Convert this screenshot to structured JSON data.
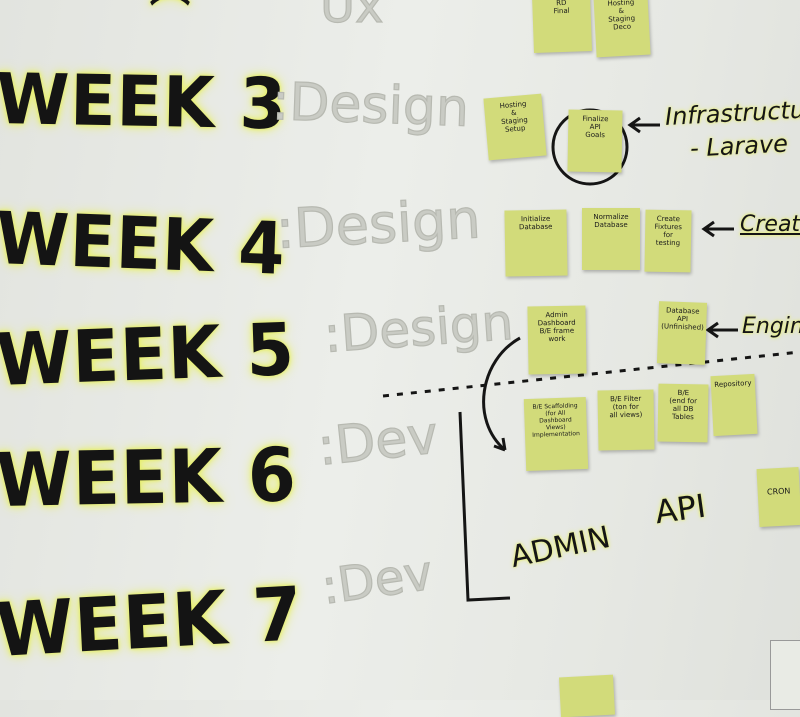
{
  "weeks": [
    {
      "label": "WEEK 3",
      "phase": ":Design"
    },
    {
      "label": "WEEK 4",
      "phase": ":Design"
    },
    {
      "label": "WEEK 5",
      "phase": ":Design"
    },
    {
      "label": "WEEK 6",
      "phase": ":Dev"
    },
    {
      "label": "WEEK 7",
      "phase": ":Dev"
    }
  ],
  "top_partial": "Ux",
  "notes": [
    "RD\nFinal",
    "Hosting\n&\nStaging\nDeco",
    "Hosting\n&\nStaging\nSetup",
    "Finalize\nAPI\nGoals",
    "Initialize\nDatabase",
    "Normalize\nDatabase",
    "Create\nFixtures\nfor\ntesting",
    "Admin\nDashboard\nB/E frame\nwork",
    "Database\nAPI\n(Unfinished)",
    "B/E Scaffolding\n(for All\nDashboard\nViews)\nImplementation",
    "B/E Filter\n(ton for\nall views)",
    "B/E\n(end for\nall DB\nTables",
    "Repository",
    "CRON"
  ],
  "annotations": {
    "infra": "Infrastructure R",
    "laravel": "- Larave",
    "create": "Create F",
    "engineer": "Engineer"
  },
  "section_labels": {
    "admin": "ADMIN",
    "api": "API"
  },
  "colors": {
    "board": "#e8eae5",
    "highlight": "#e8f06e",
    "sticky": "#d2db7a",
    "marker": "#141414"
  }
}
